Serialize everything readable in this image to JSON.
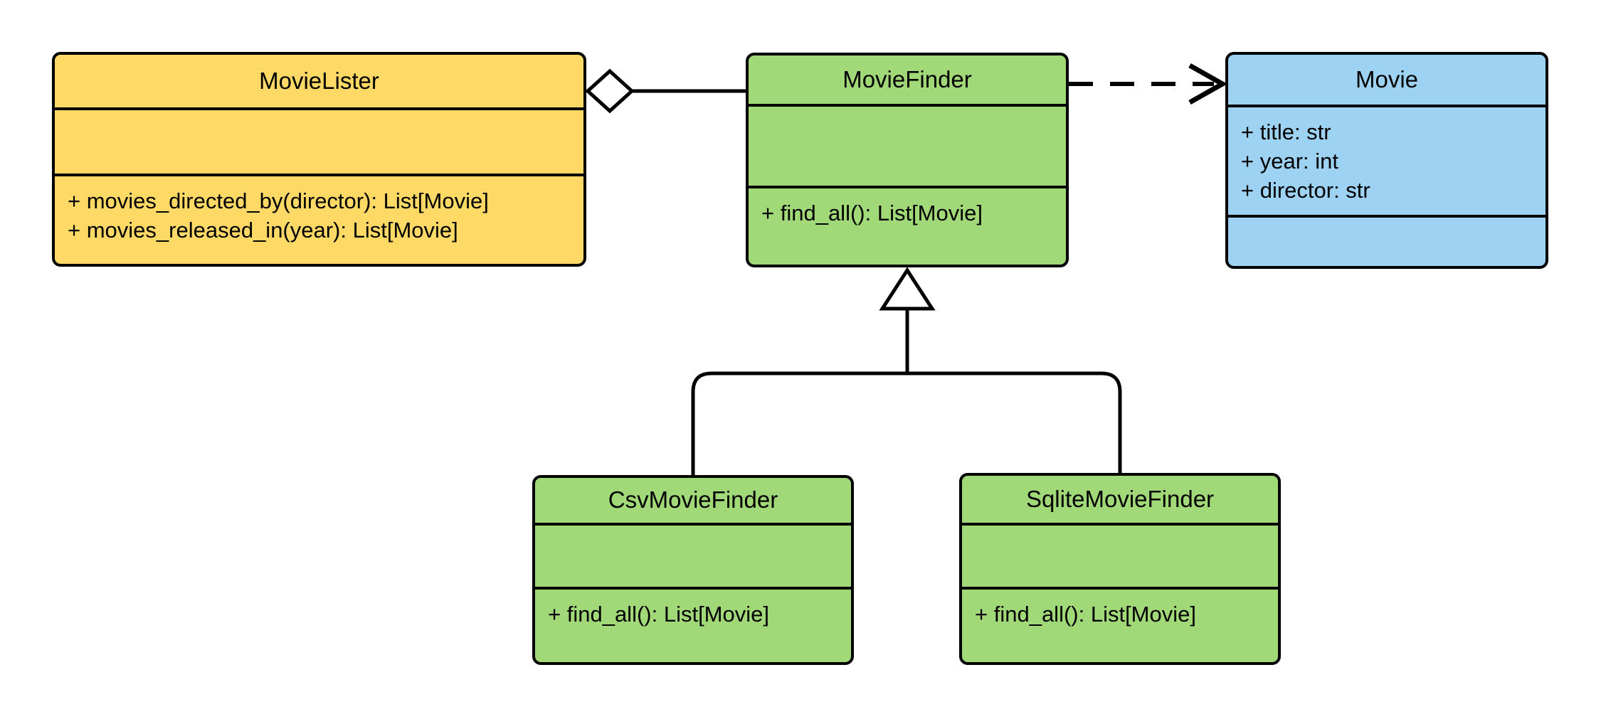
{
  "diagram": {
    "title": "MovieLister UML class diagram",
    "type": "uml-class-diagram",
    "background": "#ffffff",
    "stroke": "#000000",
    "palette": {
      "yellow": "#FFD966",
      "green": "#A1D878",
      "blue": "#9DD2F2",
      "outline": "#000000"
    }
  },
  "classes": [
    {
      "id": "movie-lister",
      "name": "MovieLister",
      "color": "#FFD966",
      "attributes": [],
      "methods": [
        "+ movies_directed_by(director): List[Movie]",
        "+ movies_released_in(year): List[Movie]"
      ]
    },
    {
      "id": "movie-finder",
      "name": "MovieFinder",
      "color": "#A1D878",
      "attributes": [],
      "methods": [
        "+ find_all(): List[Movie]"
      ]
    },
    {
      "id": "movie",
      "name": "Movie",
      "color": "#9DD2F2",
      "attributes": [
        "+ title: str",
        "+ year: int",
        "+ director: str"
      ],
      "methods": []
    },
    {
      "id": "csv-movie-finder",
      "name": "CsvMovieFinder",
      "color": "#A1D878",
      "attributes": [],
      "methods": [
        "+ find_all(): List[Movie]"
      ]
    },
    {
      "id": "sqlite-movie-finder",
      "name": "SqliteMovieFinder",
      "color": "#A1D878",
      "attributes": [],
      "methods": [
        "+ find_all(): List[Movie]"
      ]
    }
  ],
  "relationships": [
    {
      "id": "aggregation-lister-finder",
      "kind": "aggregation",
      "from": "MovieLister",
      "to": "MovieFinder",
      "marker": "hollow-diamond",
      "line": "solid"
    },
    {
      "id": "dependency-finder-movie",
      "kind": "dependency",
      "from": "MovieFinder",
      "to": "Movie",
      "marker": "open-arrow",
      "line": "dashed"
    },
    {
      "id": "inheritance-csv-finder",
      "kind": "generalization",
      "from": "CsvMovieFinder",
      "to": "MovieFinder",
      "marker": "hollow-triangle",
      "line": "solid"
    },
    {
      "id": "inheritance-sqlite-finder",
      "kind": "generalization",
      "from": "SqliteMovieFinder",
      "to": "MovieFinder",
      "marker": "hollow-triangle",
      "line": "solid"
    }
  ]
}
